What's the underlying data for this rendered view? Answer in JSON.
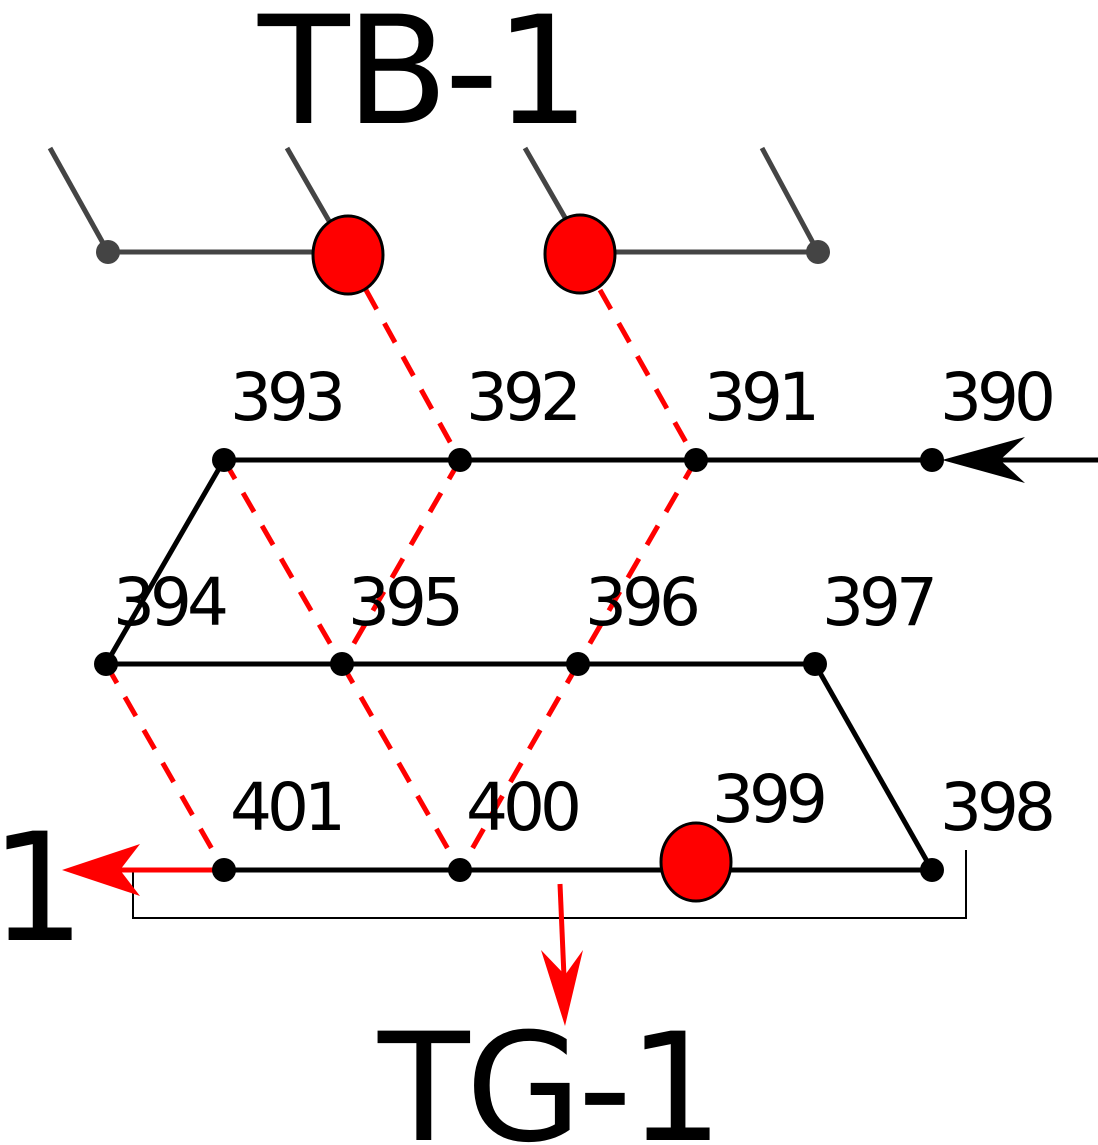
{
  "titles": {
    "top": "TB-1",
    "bottom": "TG-1",
    "left_exit": "1"
  },
  "nodes": {
    "n390": "390",
    "n391": "391",
    "n392": "392",
    "n393": "393",
    "n394": "394",
    "n395": "395",
    "n396": "396",
    "n397": "397",
    "n398": "398",
    "n399": "399",
    "n400": "400",
    "n401": "401"
  },
  "colors": {
    "track": "#000000",
    "stub": "#444444",
    "marker": "#ff0000",
    "dashed": "#ff0000",
    "arrow_out": "#ff0000"
  }
}
